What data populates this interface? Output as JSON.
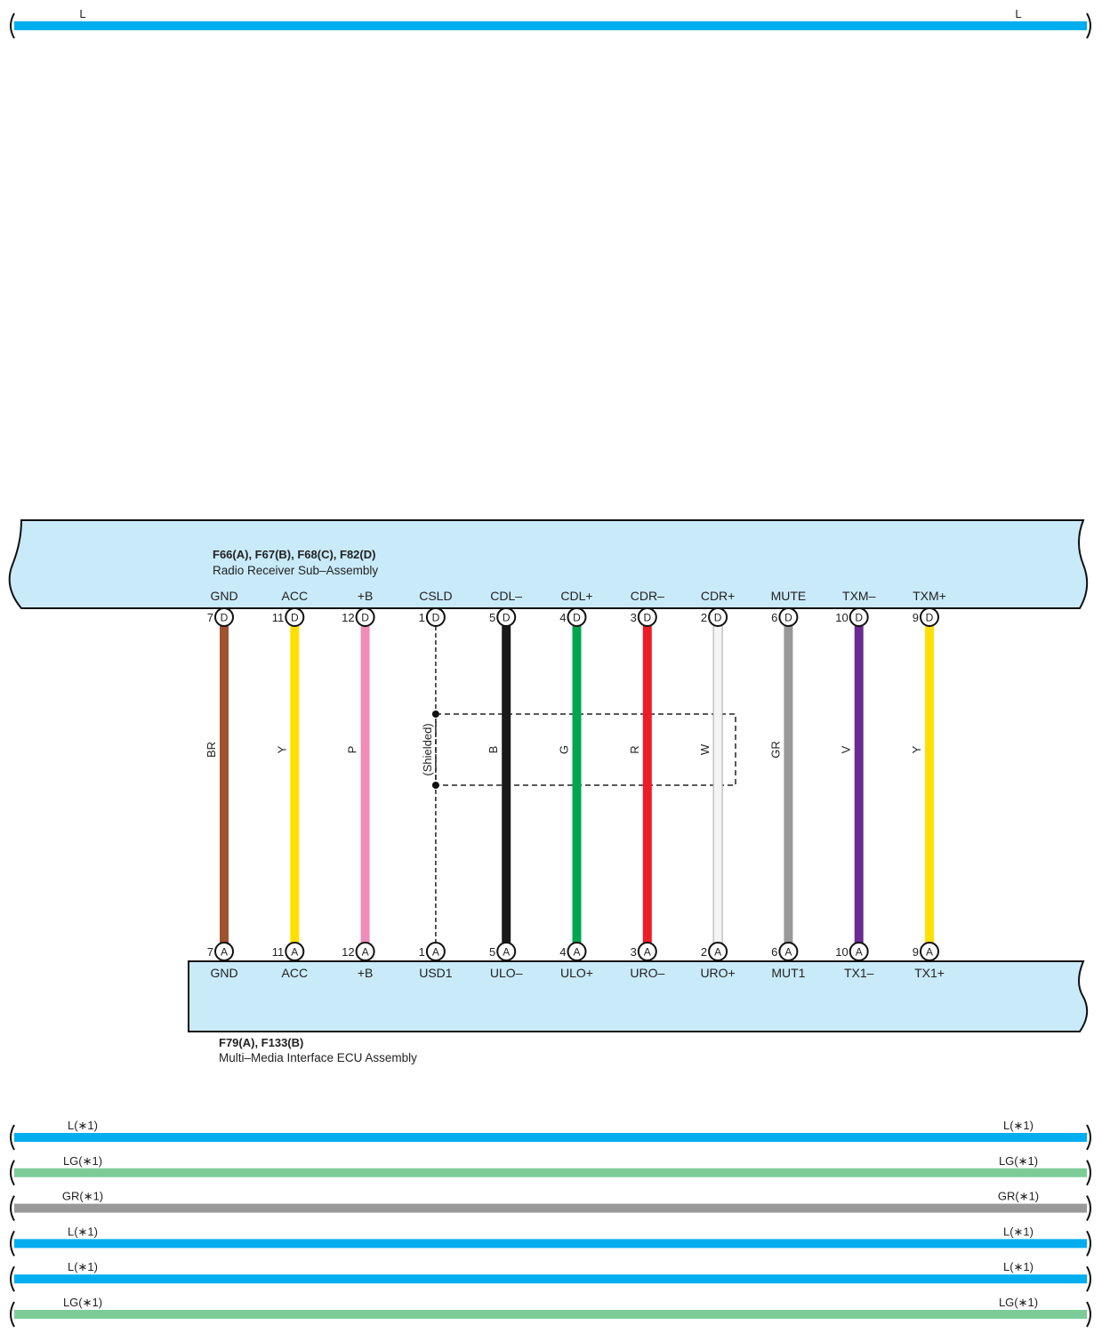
{
  "colors": {
    "BR": "#a0522d",
    "Y": "#ffe000",
    "P": "#f08cb8",
    "B": "#1a1a1a",
    "G": "#00a550",
    "R": "#ee1c25",
    "W": "#f4f4f4",
    "GR": "#999999",
    "V": "#6a2c91",
    "L": "#00adef",
    "LG": "#7dcc98",
    "box_fill": "#c9eaf9"
  },
  "top_bus": {
    "label_left": "L",
    "label_right": "L",
    "color_code": "L"
  },
  "upper_component": {
    "codes": "F66(A), F67(B), F68(C), F82(D)",
    "name": "Radio Receiver Sub–Assembly"
  },
  "lower_component": {
    "codes": "F79(A), F133(B)",
    "name": "Multi–Media Interface ECU Assembly"
  },
  "shield_label": "(Shielded)",
  "wires": [
    {
      "top_label": "GND",
      "top_pin": "7",
      "top_conn": "D",
      "bottom_label": "GND",
      "bottom_pin": "7",
      "bottom_conn": "A",
      "code": "BR",
      "shielded": false
    },
    {
      "top_label": "ACC",
      "top_pin": "11",
      "top_conn": "D",
      "bottom_label": "ACC",
      "bottom_pin": "11",
      "bottom_conn": "A",
      "code": "Y",
      "shielded": false
    },
    {
      "top_label": "+B",
      "top_pin": "12",
      "top_conn": "D",
      "bottom_label": "+B",
      "bottom_pin": "12",
      "bottom_conn": "A",
      "code": "P",
      "shielded": false
    },
    {
      "top_label": "CSLD",
      "top_pin": "1",
      "top_conn": "D",
      "bottom_label": "USD1",
      "bottom_pin": "1",
      "bottom_conn": "A",
      "code": "",
      "shielded": true
    },
    {
      "top_label": "CDL–",
      "top_pin": "5",
      "top_conn": "D",
      "bottom_label": "ULO–",
      "bottom_pin": "5",
      "bottom_conn": "A",
      "code": "B",
      "shielded": false
    },
    {
      "top_label": "CDL+",
      "top_pin": "4",
      "top_conn": "D",
      "bottom_label": "ULO+",
      "bottom_pin": "4",
      "bottom_conn": "A",
      "code": "G",
      "shielded": false
    },
    {
      "top_label": "CDR–",
      "top_pin": "3",
      "top_conn": "D",
      "bottom_label": "URO–",
      "bottom_pin": "3",
      "bottom_conn": "A",
      "code": "R",
      "shielded": false
    },
    {
      "top_label": "CDR+",
      "top_pin": "2",
      "top_conn": "D",
      "bottom_label": "URO+",
      "bottom_pin": "2",
      "bottom_conn": "A",
      "code": "W",
      "shielded": false
    },
    {
      "top_label": "MUTE",
      "top_pin": "6",
      "top_conn": "D",
      "bottom_label": "MUT1",
      "bottom_pin": "6",
      "bottom_conn": "A",
      "code": "GR",
      "shielded": false
    },
    {
      "top_label": "TXM–",
      "top_pin": "10",
      "top_conn": "D",
      "bottom_label": "TX1–",
      "bottom_pin": "10",
      "bottom_conn": "A",
      "code": "V",
      "shielded": false
    },
    {
      "top_label": "TXM+",
      "top_pin": "9",
      "top_conn": "D",
      "bottom_label": "TX1+",
      "bottom_pin": "9",
      "bottom_conn": "A",
      "code": "Y",
      "shielded": false
    }
  ],
  "bottom_buses": [
    {
      "label_left": "L(∗1)",
      "label_right": "L(∗1)",
      "color_code": "L"
    },
    {
      "label_left": "LG(∗1)",
      "label_right": "LG(∗1)",
      "color_code": "LG"
    },
    {
      "label_left": "GR(∗1)",
      "label_right": "GR(∗1)",
      "color_code": "GR"
    },
    {
      "label_left": "L(∗1)",
      "label_right": "L(∗1)",
      "color_code": "L"
    },
    {
      "label_left": "L(∗1)",
      "label_right": "L(∗1)",
      "color_code": "L"
    },
    {
      "label_left": "LG(∗1)",
      "label_right": "LG(∗1)",
      "color_code": "LG"
    }
  ]
}
